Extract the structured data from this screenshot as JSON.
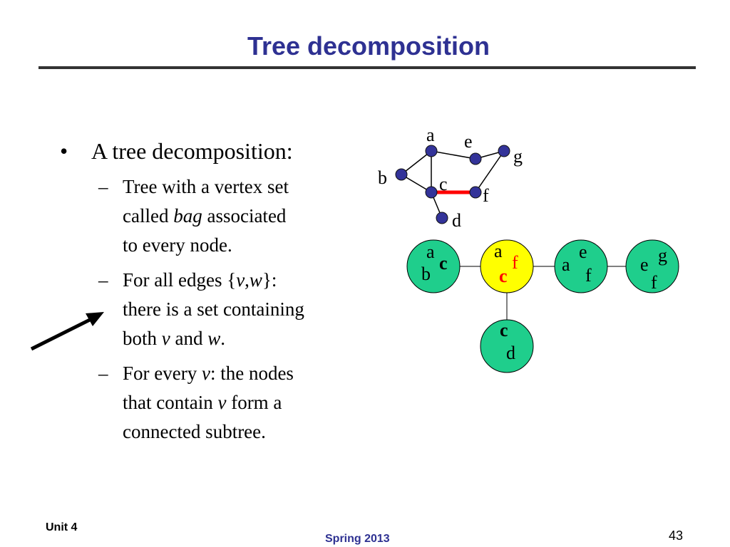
{
  "slide": {
    "title": "Tree decomposition"
  },
  "content": {
    "bullet": "A tree decomposition:",
    "sub1": {
      "line1": "Tree with a vertex set",
      "line2_pre": "called ",
      "line2_em": "bag",
      "line2_post": " associated",
      "line3": "to every node."
    },
    "sub2": {
      "line1_pre": "For all edges {",
      "v": "v",
      "comma": ",",
      "w": "w",
      "line1_post": "}:",
      "line2": "there is a set containing",
      "line3_pre": "both ",
      "line3_v": "v",
      "line3_mid": " and ",
      "line3_w": "w",
      "line3_post": "."
    },
    "sub3": {
      "line1_pre": "For every ",
      "line1_v": "v",
      "line1_post": ": the nodes",
      "line2_pre": "that contain ",
      "line2_v": "v",
      "line2_post": " form a",
      "line3": "connected subtree."
    }
  },
  "graph": {
    "vertices": [
      "a",
      "b",
      "c",
      "d",
      "e",
      "f",
      "g"
    ]
  },
  "tree": {
    "bags": [
      {
        "labels": [
          "a",
          "c",
          "b"
        ]
      },
      {
        "labels": [
          "a",
          "f",
          "c"
        ]
      },
      {
        "labels": [
          "e",
          "a",
          "f"
        ]
      },
      {
        "labels": [
          "e",
          "g",
          "f"
        ]
      },
      {
        "labels": [
          "c",
          "d"
        ]
      }
    ]
  },
  "colors": {
    "title": "#2e3192",
    "bag_green": "#1fce8c",
    "bag_yellow": "#ffff00",
    "vertex": "#333399",
    "highlight_edge": "#ff0000",
    "footer_center": "#2e3192"
  },
  "footer": {
    "left": "Unit 4",
    "center": "Spring 2013",
    "page": "43"
  }
}
